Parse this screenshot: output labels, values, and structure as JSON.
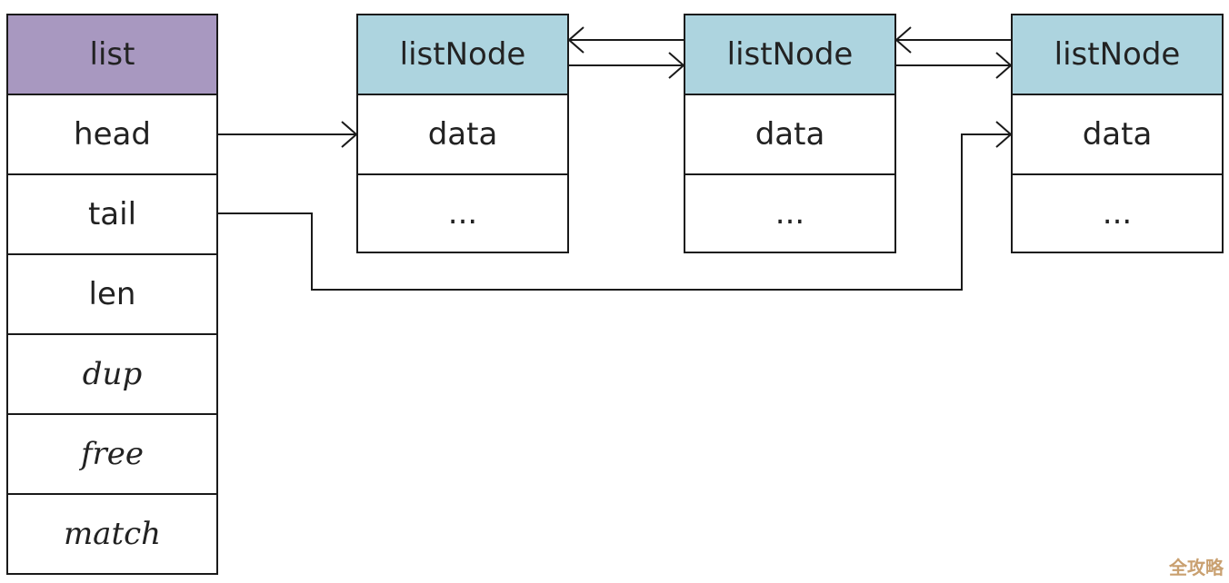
{
  "list": {
    "header": "list",
    "fields": [
      "head",
      "tail",
      "len",
      "dup",
      "free",
      "match"
    ]
  },
  "nodes": [
    {
      "header": "listNode",
      "rows": [
        "data",
        "..."
      ]
    },
    {
      "header": "listNode",
      "rows": [
        "data",
        "..."
      ]
    },
    {
      "header": "listNode",
      "rows": [
        "data",
        "..."
      ]
    }
  ],
  "colors": {
    "list_header": "#a898c0",
    "node_header": "#add4df",
    "stroke": "#1a1a1a"
  },
  "watermark": "全攻略"
}
